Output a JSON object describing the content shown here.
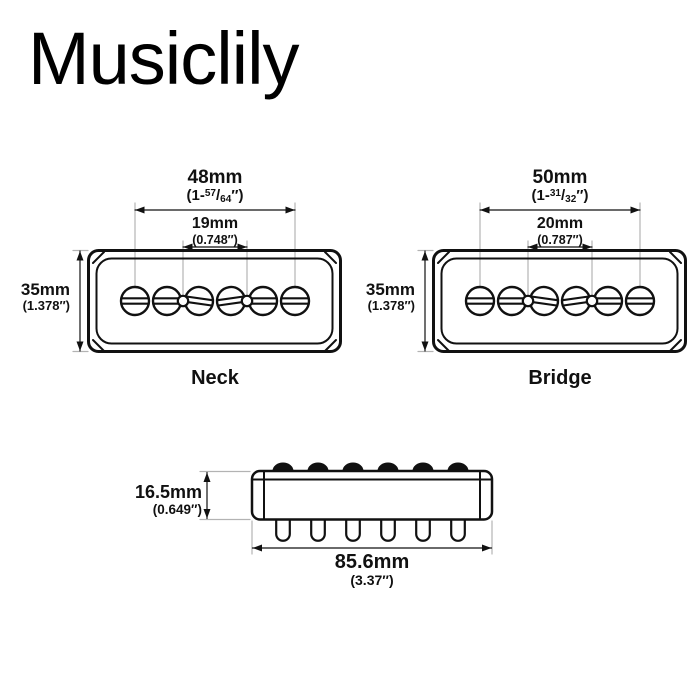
{
  "brand": {
    "name": "Musiclily"
  },
  "pickups": {
    "neck": {
      "label": "Neck",
      "pole_span": {
        "mm": "48mm",
        "inch_open": "(1-",
        "inch_num": "57",
        "inch_slash": "/",
        "inch_den": "64",
        "inch_close": "″)"
      },
      "hole_span": {
        "mm": "19mm",
        "inch": "(0.748″)"
      },
      "height": {
        "mm": "35mm",
        "inch": "(1.378″)"
      }
    },
    "bridge": {
      "label": "Bridge",
      "pole_span": {
        "mm": "50mm",
        "inch_open": "(1-",
        "inch_num": "31",
        "inch_slash": "/",
        "inch_den": "32",
        "inch_close": "″)"
      },
      "hole_span": {
        "mm": "20mm",
        "inch": "(0.787″)"
      },
      "height": {
        "mm": "35mm",
        "inch": "(1.378″)"
      }
    }
  },
  "side_view": {
    "height": {
      "mm": "16.5mm",
      "inch": "(0.649″)"
    },
    "length": {
      "mm": "85.6mm",
      "inch": "(3.37″)"
    }
  },
  "colors": {
    "line": "#111111",
    "extension": "#b3b3b3",
    "background": "#ffffff"
  }
}
